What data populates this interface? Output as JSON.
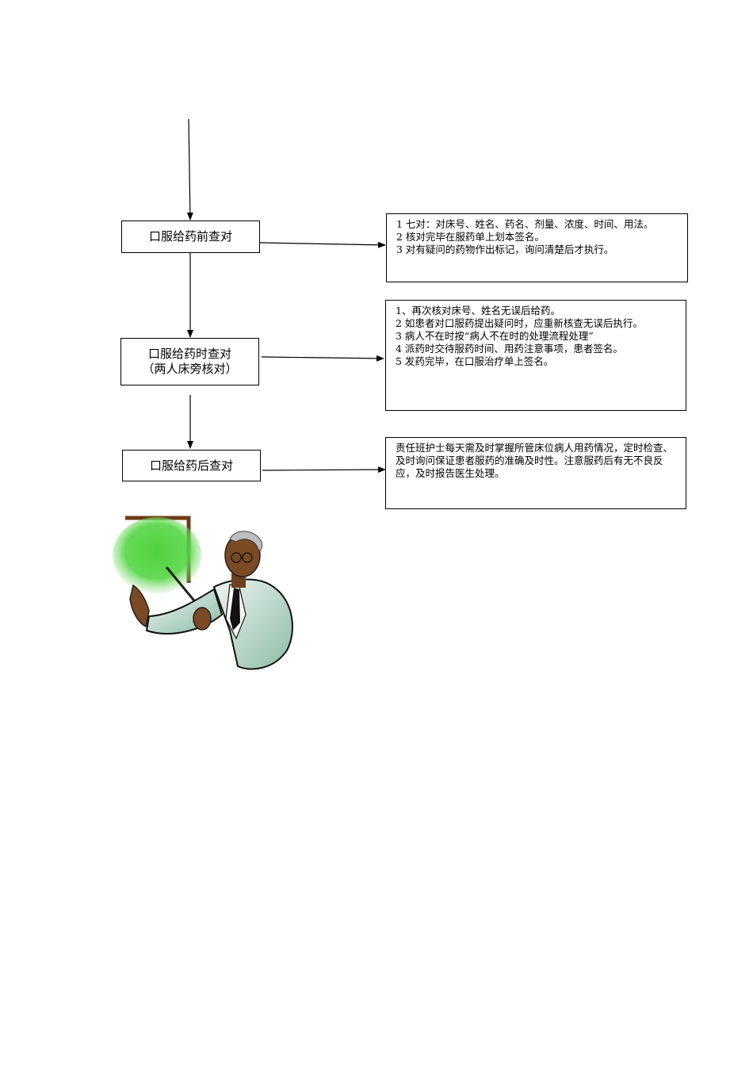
{
  "steps": [
    {
      "label": "口服给药前查对",
      "sublabel": ""
    },
    {
      "label": "口服给药时查对",
      "sublabel": "（两人床旁核对）"
    },
    {
      "label": "口服给药后查对",
      "sublabel": ""
    }
  ],
  "notes": [
    {
      "lines": [
        "1 七对：对床号、姓名、药名、剂量、浓度、时间、用法。",
        "2 核对完毕在服药单上划本签名。",
        "3 对有疑问的药物作出标记，询问清楚后才执行。"
      ]
    },
    {
      "lines": [
        "1、再次核对床号、姓名无误后给药。",
        "2 如患者对口服药提出疑问时，应重新核查无误后执行。",
        "3 病人不在时按“病人不在时的处理流程处理”",
        "4 派药时交待服药时间、用药注意事项，患者签名。",
        "5 发药完毕，在口服治疗单上签名。"
      ]
    },
    {
      "lines": [
        "责任班护士每天需及时掌握所管床位病人用药情况，定时检查、及时询问保证患者服药的准确及时性。注意服药后有无不良反应，及时报告医生处理。"
      ]
    }
  ],
  "illustration": {
    "icon": "teacher-pointing-at-board-clipart"
  }
}
